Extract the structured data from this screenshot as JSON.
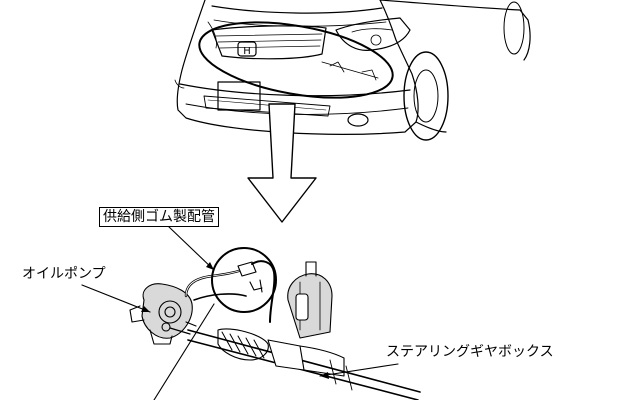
{
  "labels": {
    "supply_hose": "供給側ゴム製配管",
    "oil_pump": "オイルポンプ",
    "steering_gearbox": "ステアリングギヤボックス"
  },
  "vehicle_emblem": "H",
  "colors": {
    "line": "#000000",
    "background": "#ffffff",
    "shade": "#d9d9d9"
  }
}
